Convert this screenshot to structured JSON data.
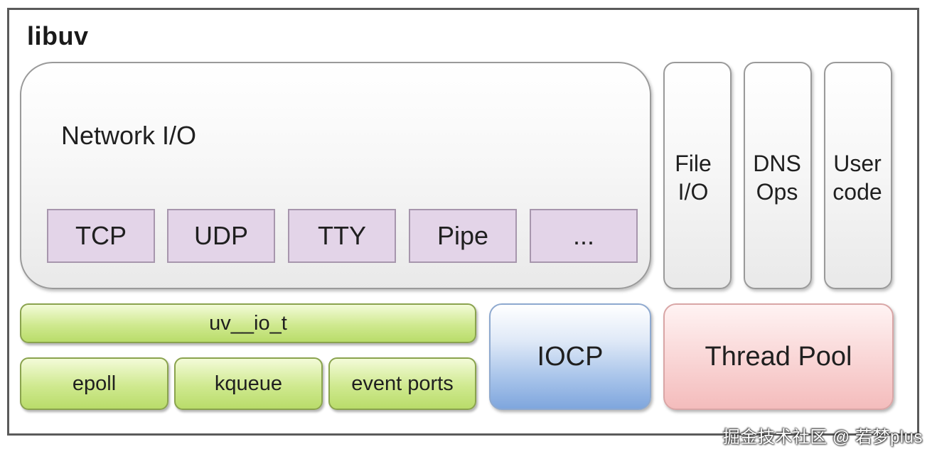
{
  "diagram": {
    "title": "libuv",
    "network_io": {
      "label": "Network I/O",
      "protocols": [
        "TCP",
        "UDP",
        "TTY",
        "Pipe",
        "..."
      ]
    },
    "columns": [
      "File\nI/O",
      "DNS\nOps",
      "User\ncode"
    ],
    "uv_io_t": "uv__io_t",
    "backends": [
      "epoll",
      "kqueue",
      "event ports"
    ],
    "iocp": "IOCP",
    "thread_pool": "Thread Pool"
  },
  "watermark": "掘金技术社区 @ 若梦plus",
  "colors": {
    "protocol_fill": "#e3d4e8",
    "green_fill": "#cfe98f",
    "iocp_fill": "#a8c4ea",
    "thread_pool_fill": "#fadada"
  }
}
